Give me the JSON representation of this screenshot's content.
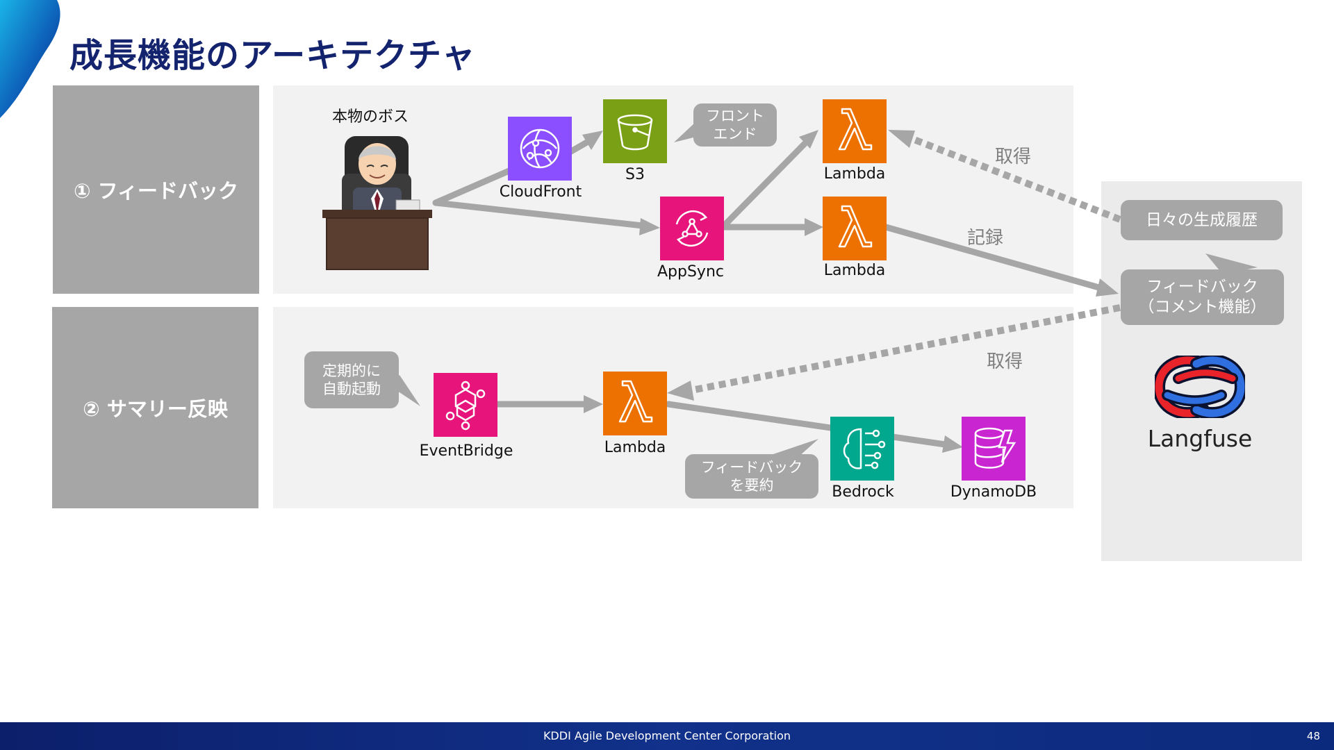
{
  "title": "成長機能のアーキテクチャ",
  "sections": {
    "feedback": "① フィードバック",
    "summary": "② サマリー反映"
  },
  "boss_label": "本物のボス",
  "services": {
    "cloudfront": "CloudFront",
    "s3": "S3",
    "appsync": "AppSync",
    "lambda_get": "Lambda",
    "lambda_record": "Lambda",
    "eventbridge": "EventBridge",
    "lambda_summary": "Lambda",
    "bedrock": "Bedrock",
    "dynamodb": "DynamoDB"
  },
  "bubbles": {
    "frontend": "フロント\nエンド",
    "schedule": "定期的に\n自動起動",
    "summarize": "フィードバック\nを要約"
  },
  "edges": {
    "get_top": "取得",
    "record": "記録",
    "get_bottom": "取得"
  },
  "langfuse": {
    "history": "日々の生成履歴",
    "feedback": "フィードバック\n（コメント機能）",
    "name": "Langfuse"
  },
  "footer": {
    "company": "KDDI Agile Development Center Corporation",
    "page": "48"
  },
  "colors": {
    "title": "#14236e",
    "cloudfront": "#8c4fff",
    "s3": "#7aa116",
    "lambda": "#ed7100",
    "appsync": "#e7157b",
    "eventbridge": "#e7157b",
    "bedrock": "#01a88d",
    "dynamodb": "#c925d1",
    "arrow": "#a6a6a6"
  }
}
